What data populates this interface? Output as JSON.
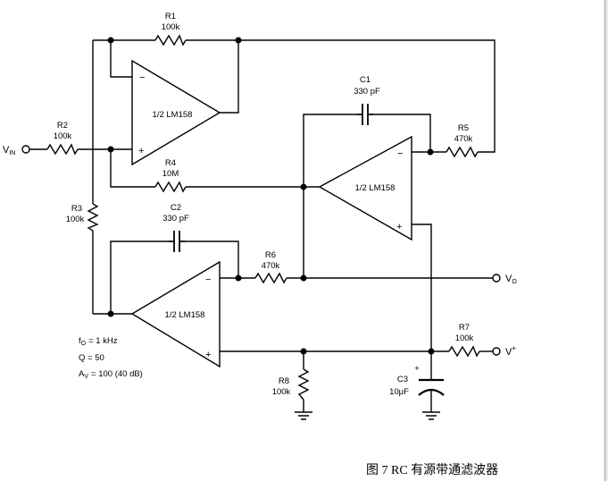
{
  "components": {
    "r1": {
      "name": "R1",
      "value": "100k"
    },
    "r2": {
      "name": "R2",
      "value": "100k"
    },
    "r3": {
      "name": "R3",
      "value": "100k"
    },
    "r4": {
      "name": "R4",
      "value": "10M"
    },
    "r5": {
      "name": "R5",
      "value": "470k"
    },
    "r6": {
      "name": "R6",
      "value": "470k"
    },
    "r7": {
      "name": "R7",
      "value": "100k"
    },
    "r8": {
      "name": "R8",
      "value": "100k"
    },
    "c1": {
      "name": "C1",
      "value": "330 pF"
    },
    "c2": {
      "name": "C2",
      "value": "330 pF"
    },
    "c3": {
      "name": "C3",
      "value": "10μF"
    }
  },
  "opamps": {
    "u1": "1/2 LM158",
    "u2": "1/2 LM158",
    "u3": "1/2 LM158"
  },
  "terminals": {
    "vin": "V",
    "vin_sub": "IN",
    "vo": "V",
    "vo_sub": "O",
    "vplus": "V",
    "vplus_sup": "+"
  },
  "specs": {
    "f_sym": "f",
    "f_sub": "O",
    "f_val": "= 1 kHz",
    "q_line": "Q = 50",
    "a_sym": "A",
    "a_sub": "V",
    "a_val": "= 100 (40 dB)"
  },
  "caption": "图 7 RC 有源带通滤波器"
}
